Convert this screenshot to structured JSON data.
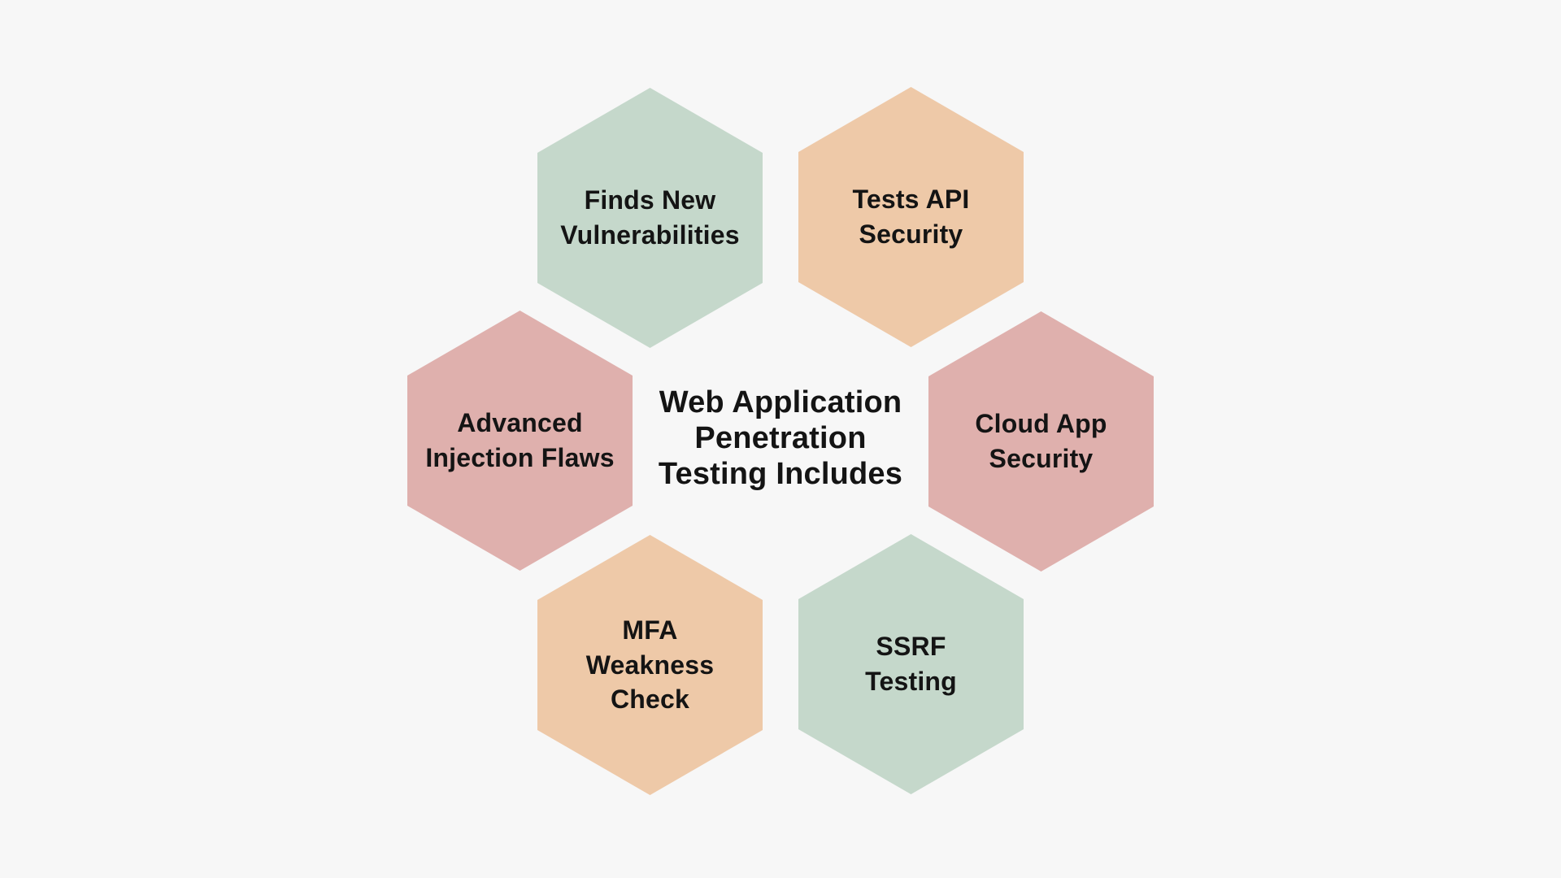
{
  "page": {
    "background_color": "#f7f7f7",
    "text_color": "#141414"
  },
  "diagram": {
    "title": "Web Application\nPenetration\nTesting Includes",
    "colors": {
      "sage": "#c5d8cb",
      "peach": "#eec9a8",
      "rose": "#dfb0ad"
    },
    "hexagons": [
      {
        "position": "top-left",
        "color": "sage",
        "label": "Finds New\nVulnerabilities"
      },
      {
        "position": "top-right",
        "color": "peach",
        "label": "Tests API\nSecurity"
      },
      {
        "position": "middle-left",
        "color": "rose",
        "label": "Advanced\nInjection Flaws"
      },
      {
        "position": "middle-right",
        "color": "rose",
        "label": "Cloud App\nSecurity"
      },
      {
        "position": "bottom-left",
        "color": "peach",
        "label": "MFA\nWeakness\nCheck"
      },
      {
        "position": "bottom-right",
        "color": "sage",
        "label": "SSRF\nTesting"
      }
    ]
  }
}
